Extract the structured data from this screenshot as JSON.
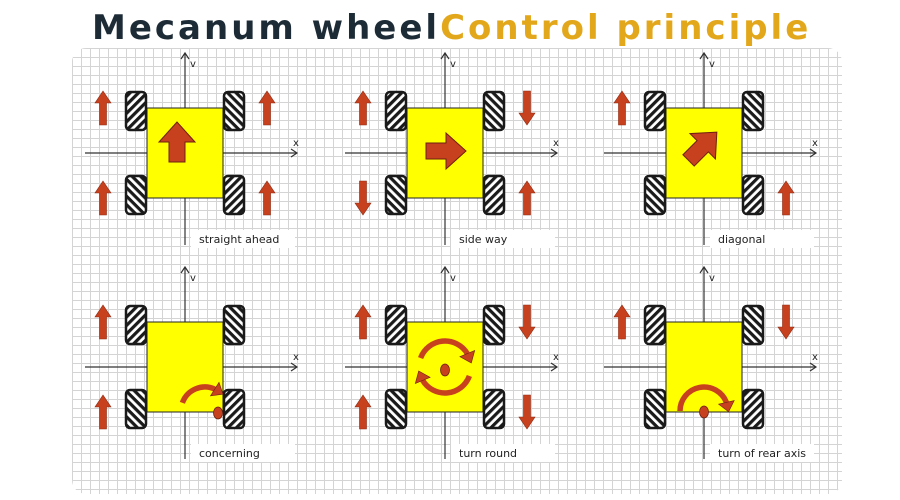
{
  "title": {
    "part1": "Mecanum wheel",
    "part2": "Control principle"
  },
  "axis_labels": {
    "x": "x",
    "y": "v"
  },
  "colors": {
    "title_dark": "#1c2b36",
    "title_accent": "#e3a71b",
    "arrow": "#c8411f",
    "chassis": "#ffff00",
    "wheel": "#1a1a1a"
  },
  "modes": [
    {
      "label": "straight ahead",
      "wheels": [
        "up",
        "up",
        "up",
        "up"
      ],
      "center": "arrow-up"
    },
    {
      "label": "side way",
      "wheels": [
        "up",
        "down",
        "down",
        "up"
      ],
      "center": "arrow-right"
    },
    {
      "label": "diagonal",
      "wheels": [
        "up",
        "none",
        "none",
        "up"
      ],
      "center": "arrow-diagonal"
    },
    {
      "label": "concerning",
      "wheels": [
        "up",
        "none",
        "up",
        "none"
      ],
      "center": "rotate-around-corner"
    },
    {
      "label": "turn round",
      "wheels": [
        "up",
        "down",
        "up",
        "down"
      ],
      "center": "rotate-in-place"
    },
    {
      "label": "turn of rear axis",
      "wheels": [
        "up",
        "down",
        "none",
        "none"
      ],
      "center": "rotate-rear-axis"
    }
  ]
}
